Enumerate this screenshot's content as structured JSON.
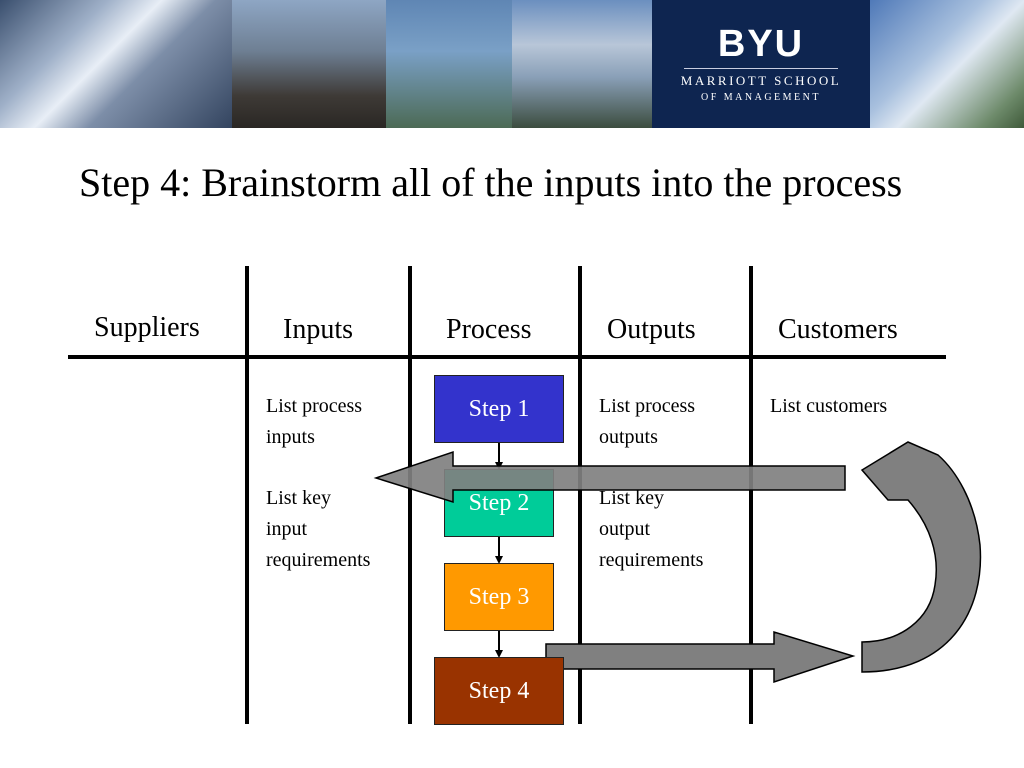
{
  "banner": {
    "logo_text": "BYU",
    "school_line1": "MARRIOTT SCHOOL",
    "school_line2": "OF MANAGEMENT"
  },
  "title": "Step 4: Brainstorm all of the inputs into the process",
  "columns": [
    "Suppliers",
    "Inputs",
    "Process",
    "Outputs",
    "Customers"
  ],
  "inputs_notes": {
    "note1_line1": "List process",
    "note1_line2": "inputs",
    "note2_line1": "List key",
    "note2_line2": "input",
    "note2_line3": "requirements"
  },
  "outputs_notes": {
    "note1_line1": "List process",
    "note1_line2": "outputs",
    "note2_line1": "List key",
    "note2_line2": "output",
    "note2_line3": "requirements"
  },
  "customers_note": "List customers",
  "steps": [
    {
      "label": "Step 1",
      "color": "#3333cc"
    },
    {
      "label": "Step 2",
      "color": "#00cc99"
    },
    {
      "label": "Step 3",
      "color": "#ff9900"
    },
    {
      "label": "Step 4",
      "color": "#993300"
    }
  ],
  "colors": {
    "arrow_fill": "#808080",
    "arrow_stroke": "#000000",
    "banner_navy": "#0e2550"
  }
}
